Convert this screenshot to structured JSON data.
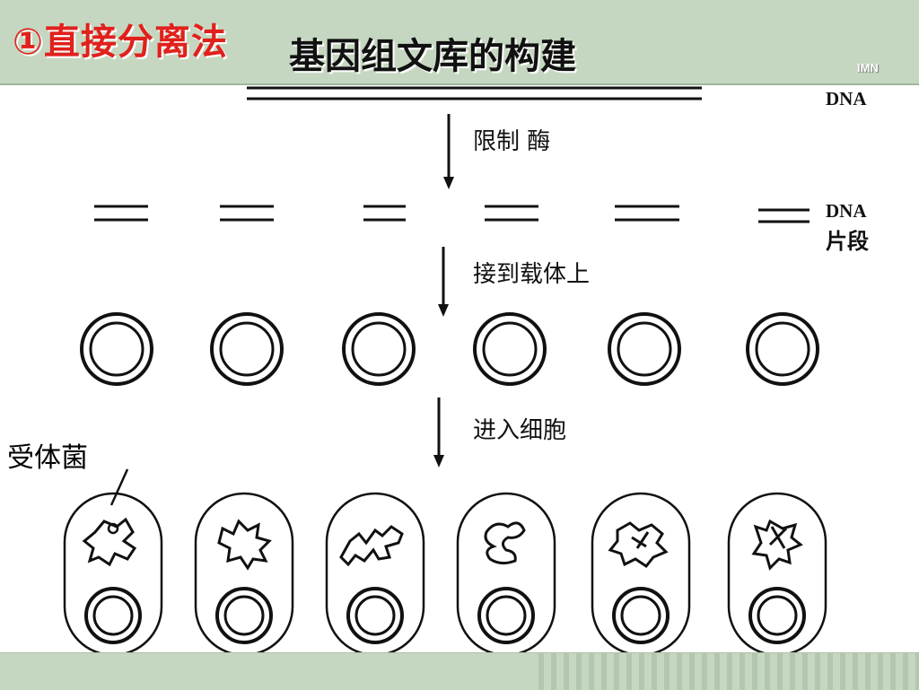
{
  "header": {
    "method_title": "①直接分离法",
    "main_title": "基因组文库的构建",
    "watermark": "IMN"
  },
  "diagram": {
    "dna_label": "DNA",
    "fragment_label_line1": "DNA",
    "fragment_label_line2": "片段",
    "step1": "限制 酶",
    "step2": "接到载体上",
    "step3": "进入细胞",
    "host_label": "受体菌",
    "colors": {
      "header_bg": "#c6d7c1",
      "method_title": "#e0211c",
      "ink": "#111111"
    }
  }
}
